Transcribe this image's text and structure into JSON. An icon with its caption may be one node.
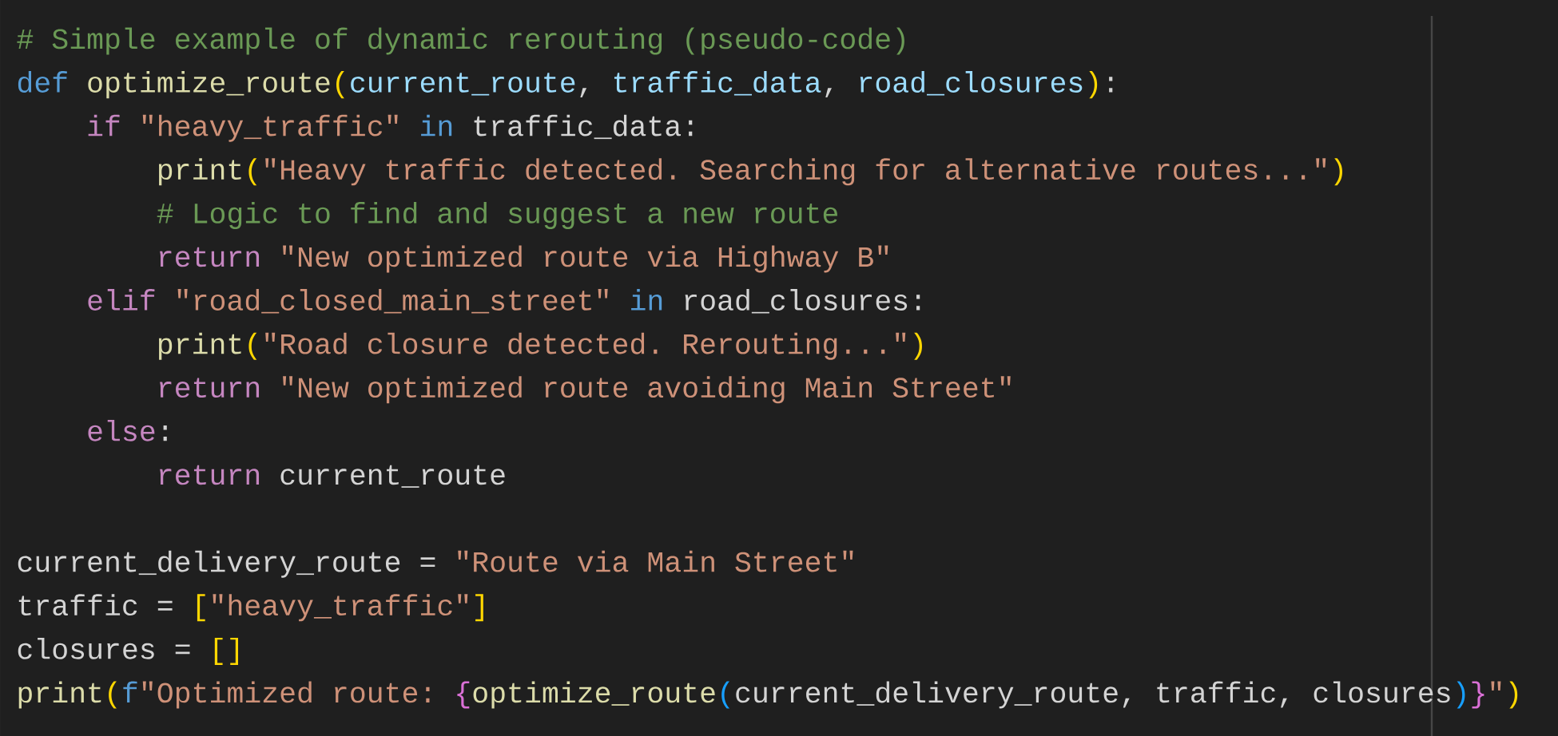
{
  "diagram": {
    "labels": [
      "# Simple example of dynamic rerouting (pseudo-code)",
      "def optimize_route(current_route, traffic_data, road_closures):",
      "    if \"heavy_traffic\" in traffic_data:",
      "        print(\"Heavy traffic detected. Searching for alternative routes...\")",
      "        # Logic to find and suggest a new route",
      "        return \"New optimized route via Highway B\"",
      "    elif \"road_closed_main_street\" in road_closures:",
      "        print(\"Road closure detected. Rerouting...\")",
      "        return \"New optimized route avoiding Main Street\"",
      "    else:",
      "        return current_route",
      "current_delivery_route = \"Route via Main Street\"",
      "traffic = [\"heavy_traffic\"]",
      "closures = []",
      "print(f\"Optimized route: {optimize_route(current_delivery_route, traffic, closures)}\")"
    ]
  }
}
